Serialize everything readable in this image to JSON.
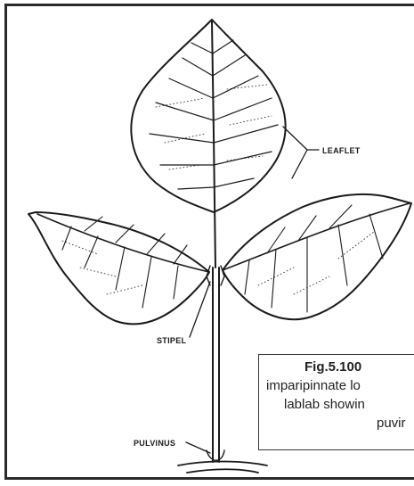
{
  "labels": {
    "leaflet": "LEAFLET",
    "stipel": "STIPEL",
    "pulvinus": "PULVINUS"
  },
  "caption": {
    "title": "Fig.5.100",
    "line1": "imparipinnate lo",
    "line2": "lablab showin",
    "line3": "puvir"
  },
  "colors": {
    "ink": "#1a1a1a",
    "paper": "#ffffff"
  }
}
